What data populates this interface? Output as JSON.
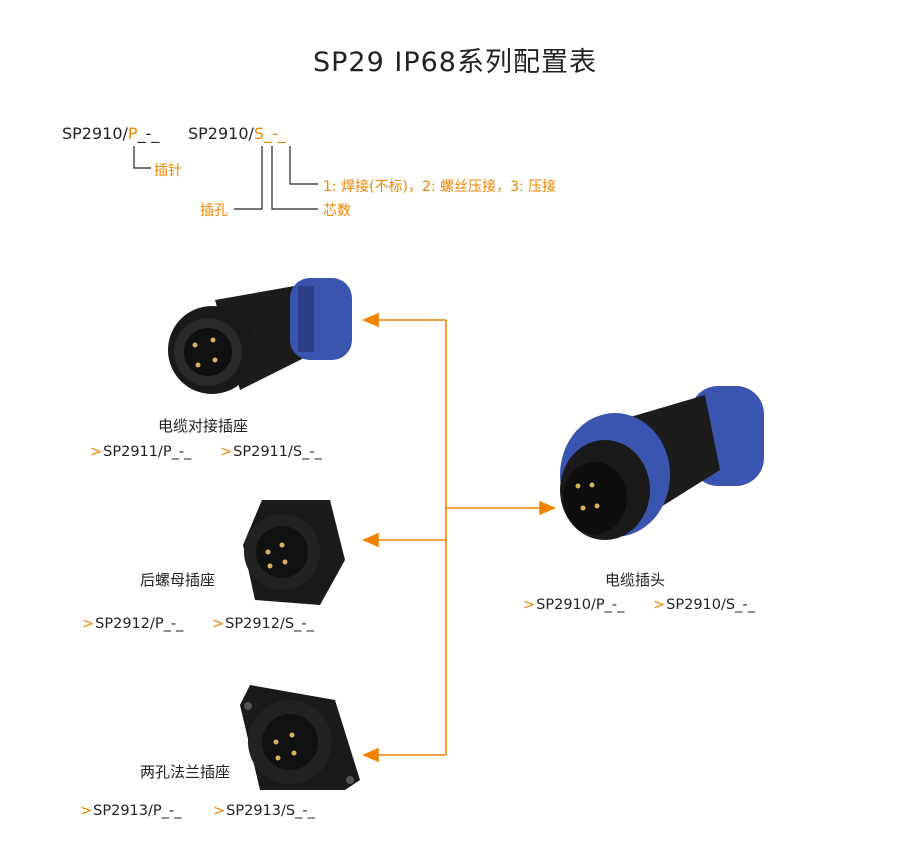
{
  "title": "SP29 IP68系列配置表",
  "legend": {
    "code_pin_prefix": "SP2910/",
    "code_pin_letter": "P",
    "code_pin_suffix": "_-_",
    "code_socket_prefix": "SP2910/",
    "code_socket_letter": "S",
    "code_socket_suffix": "_-_",
    "pin_label": "插针",
    "socket_label": "插孔",
    "cores_label": "芯数",
    "termination_label": "1: 焊接(不标)，2: 螺丝压接，3: 压接"
  },
  "products": [
    {
      "name": "电缆对接插座",
      "codes": [
        "SP2911/P_-_",
        "SP2911/S_-_"
      ]
    },
    {
      "name": "后螺母插座",
      "codes": [
        "SP2912/P_-_",
        "SP2912/S_-_"
      ]
    },
    {
      "name": "两孔法兰插座",
      "codes": [
        "SP2913/P_-_",
        "SP2913/S_-_"
      ]
    },
    {
      "name": "电缆插头",
      "codes": [
        "SP2910/P_-_",
        "SP2910/S_-_"
      ]
    }
  ],
  "code_marker": ">",
  "colors": {
    "accent": "#f08300",
    "connector_blue": "#3a55b0",
    "connector_black": "#1c1c1c"
  }
}
